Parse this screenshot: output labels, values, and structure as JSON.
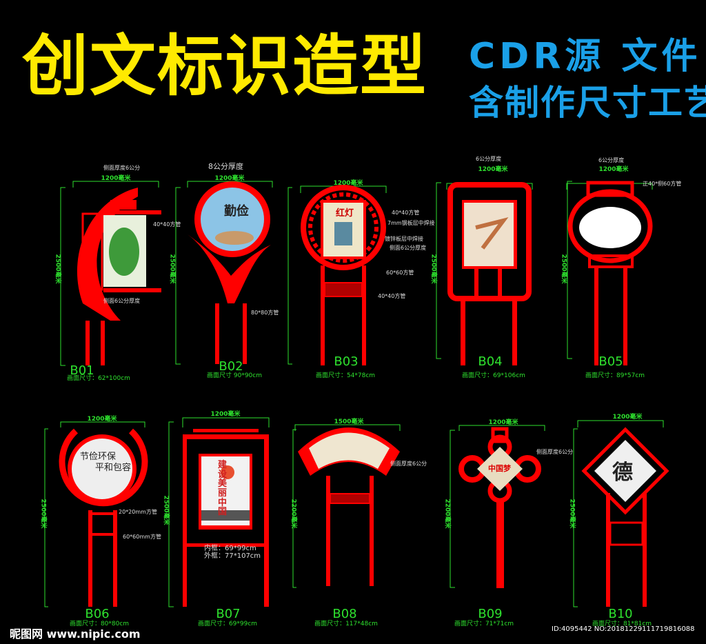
{
  "header": {
    "title": "创文标识造型",
    "subtitle_line1": "CDR源 文件",
    "subtitle_line2": "含制作尺寸工艺"
  },
  "colors": {
    "title": "#ffea00",
    "subtitle": "#1aa0e8",
    "frame": "#ff0000",
    "dimension": "#2ee02e",
    "background": "#000000"
  },
  "items": [
    {
      "code": "B01",
      "size": "画面尺寸：62*100cm",
      "width": "1200毫米",
      "height": "2500毫米",
      "notes": [
        "侧面厚度6公分",
        "40*40方管",
        "侧面6公分厚度"
      ]
    },
    {
      "code": "B02",
      "size": "画面尺寸  90*90cm",
      "width": "1200毫米",
      "height": "2500毫米",
      "notes": [
        "8公分厚度",
        "80*80方管"
      ],
      "picture_text": "勤俭"
    },
    {
      "code": "B03",
      "size": "画面尺寸：54*78cm",
      "width": "1200毫米",
      "height": "",
      "notes": [
        "40*40方管",
        "7mm钢板层中焊接",
        "镀锌板层中焊接",
        "侧面6公分厚度",
        "60*60方管",
        "40*40方管"
      ],
      "picture_text": "红灯"
    },
    {
      "code": "B04",
      "size": "画面尺寸：69*106cm",
      "width": "1200毫米",
      "height": "2500毫米",
      "notes": [
        "6公分厚度"
      ]
    },
    {
      "code": "B05",
      "size": "画面尺寸：89*57cm",
      "width": "1200毫米",
      "height": "2500毫米",
      "notes": [
        "6公分厚度",
        "正40*侧60方管"
      ]
    },
    {
      "code": "B06",
      "size": "画面尺寸：80*80cm",
      "width": "1200毫米",
      "height": "2500毫米",
      "notes": [
        "20*20mm方管",
        "60*60mm方管"
      ],
      "picture_text": [
        "节俭环保",
        "平和包容"
      ]
    },
    {
      "code": "B07",
      "size": "画面尺寸：69*99cm",
      "width": "1200毫米",
      "height": "2500毫米",
      "notes": [
        "内框：69*99cm",
        "外框：77*107cm"
      ],
      "picture_text": "建设美丽中国"
    },
    {
      "code": "B08",
      "size": "画面尺寸：117*48cm",
      "width": "1500毫米",
      "height": "2200毫米",
      "notes": [
        "侧面厚度6公分"
      ]
    },
    {
      "code": "B09",
      "size": "画面尺寸：71*71cm",
      "width": "1200毫米",
      "height": "2200毫米",
      "notes": [
        "侧面厚度6公分"
      ],
      "picture_text": "中国梦"
    },
    {
      "code": "B10",
      "size": "画面尺寸：81*81cm",
      "width": "1200毫米",
      "height": "2500毫米",
      "notes": [],
      "picture_text": "德"
    }
  ],
  "footer": {
    "watermark": "昵图网 www.nipic.com",
    "id_text": "ID:4095442 NO:20181229111719816088"
  }
}
